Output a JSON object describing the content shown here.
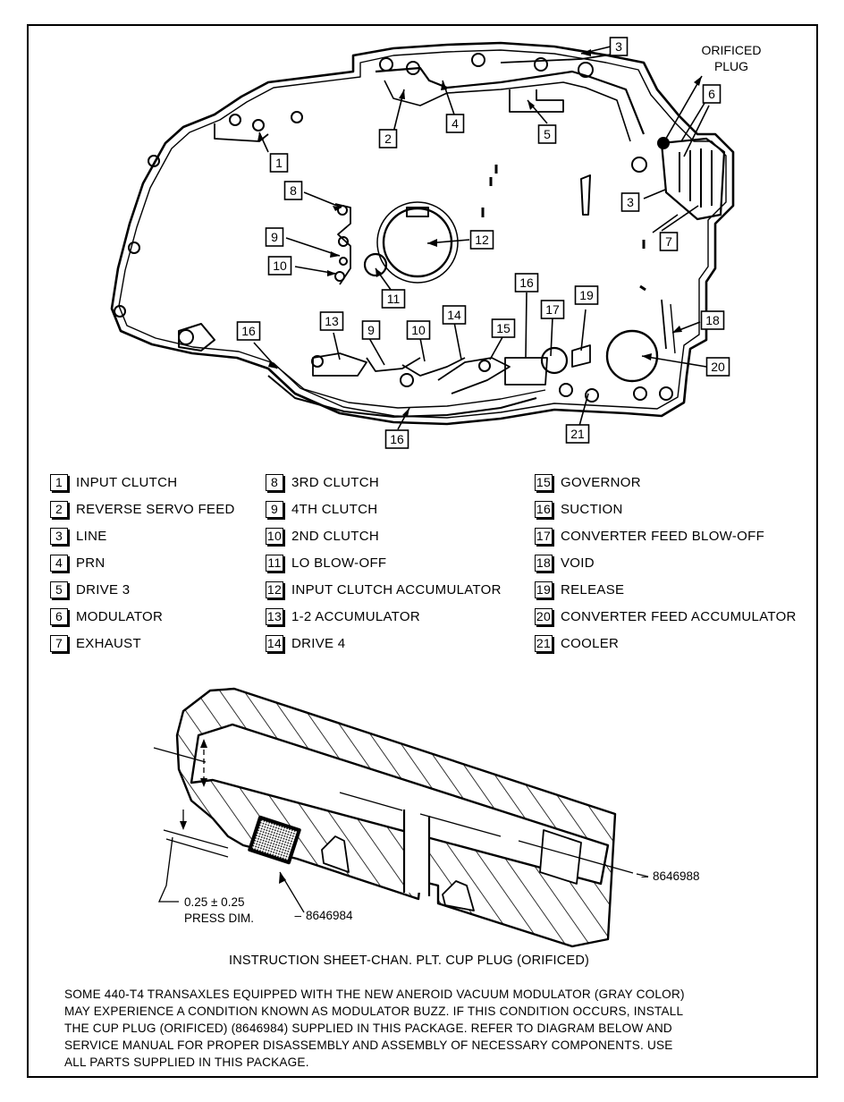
{
  "diagram": {
    "callouts": {
      "orificed_plug": [
        "ORIFICED",
        "PLUG"
      ],
      "c1": "1",
      "c2": "2",
      "c3a": "3",
      "c3b": "3",
      "c4": "4",
      "c5": "5",
      "c6": "6",
      "c7": "7",
      "c8": "8",
      "c9a": "9",
      "c9b": "9",
      "c10a": "10",
      "c10b": "10",
      "c11": "11",
      "c12": "12",
      "c13": "13",
      "c14": "14",
      "c15": "15",
      "c16a": "16",
      "c16b": "16",
      "c16c": "16",
      "c17": "17",
      "c18": "18",
      "c19": "19",
      "c20": "20",
      "c21": "21"
    }
  },
  "legend": {
    "col1": [
      {
        "num": "1",
        "label": "INPUT CLUTCH"
      },
      {
        "num": "2",
        "label": "REVERSE SERVO FEED"
      },
      {
        "num": "3",
        "label": "LINE"
      },
      {
        "num": "4",
        "label": "PRN"
      },
      {
        "num": "5",
        "label": "DRIVE 3"
      },
      {
        "num": "6",
        "label": "MODULATOR"
      },
      {
        "num": "7",
        "label": "EXHAUST"
      }
    ],
    "col2": [
      {
        "num": "8",
        "label": "3RD CLUTCH"
      },
      {
        "num": "9",
        "label": "4TH CLUTCH"
      },
      {
        "num": "10",
        "label": "2ND CLUTCH"
      },
      {
        "num": "11",
        "label": "LO BLOW-OFF"
      },
      {
        "num": "12",
        "label": "INPUT CLUTCH ACCUMULATOR"
      },
      {
        "num": "13",
        "label": "1-2 ACCUMULATOR"
      },
      {
        "num": "14",
        "label": "DRIVE 4"
      }
    ],
    "col3": [
      {
        "num": "15",
        "label": "GOVERNOR"
      },
      {
        "num": "16",
        "label": "SUCTION"
      },
      {
        "num": "17",
        "label": "CONVERTER FEED BLOW-OFF"
      },
      {
        "num": "18",
        "label": "VOID"
      },
      {
        "num": "19",
        "label": "RELEASE"
      },
      {
        "num": "20",
        "label": "CONVERTER FEED ACCUMULATOR"
      },
      {
        "num": "21",
        "label": "COOLER"
      }
    ]
  },
  "section": {
    "part_channel_plate": "8646988",
    "part_cup_plug": "8646984",
    "dimension_value": "0.25 ± 0.25",
    "dimension_label": "PRESS DIM."
  },
  "caption": "INSTRUCTION SHEET-CHAN. PLT. CUP PLUG (ORIFICED)",
  "note": [
    "SOME 440-T4 TRANSAXLES EQUIPPED WITH THE NEW ANEROID VACUUM MODULATOR (GRAY COLOR)",
    "MAY EXPERIENCE A CONDITION KNOWN AS MODULATOR BUZZ. IF THIS CONDITION OCCURS, INSTALL",
    "THE CUP PLUG (ORIFICED) (8646984) SUPPLIED IN THIS PACKAGE. REFER TO DIAGRAM BELOW AND",
    "SERVICE MANUAL FOR PROPER DISASSEMBLY AND ASSEMBLY OF NECESSARY COMPONENTS. USE",
    "ALL PARTS SUPPLIED IN THIS PACKAGE."
  ]
}
